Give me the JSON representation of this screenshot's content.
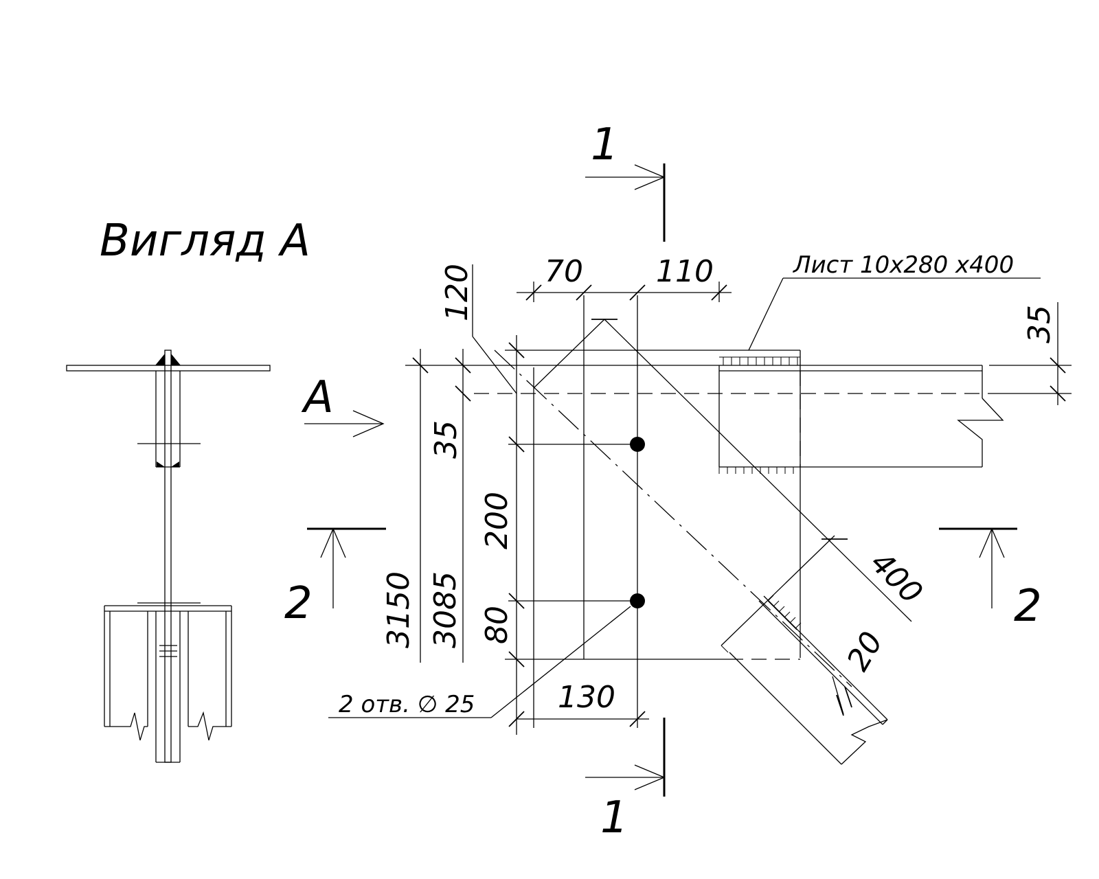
{
  "title": "Вигляд А",
  "view_arrow_label": "А",
  "section_1": {
    "top": "1",
    "bottom": "1"
  },
  "section_2": {
    "left": "2",
    "right": "2"
  },
  "plate_note": "Лист  10x280 x400",
  "holes_note": "2 отв. ∅ 25",
  "dims": {
    "d70": "70",
    "d110": "110",
    "d120": "120",
    "d35_left": "35",
    "d35_right": "35",
    "d200": "200",
    "d80": "80",
    "d3150": "3150",
    "d3085": "3085",
    "d130": "130",
    "d400": "400",
    "d20": "20"
  }
}
